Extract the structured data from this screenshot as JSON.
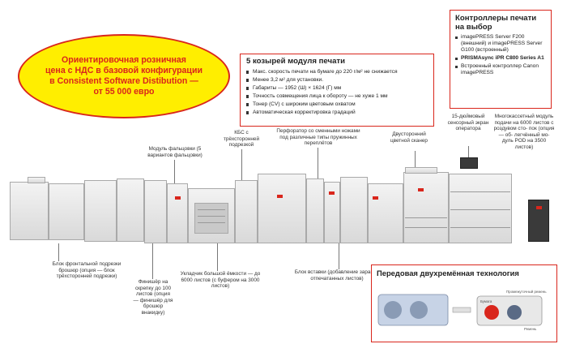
{
  "price": {
    "lines": [
      "Ориентировочная розничная",
      "цена с НДС в базовой конфигурации",
      "в Consistent Software Distibution —",
      "от 55 000 евро"
    ]
  },
  "five_features": {
    "title": "5 козырей модуля печати",
    "items": [
      "Макс. скорость печати на бумаге до 220 г/м² не снижается",
      "Менее 3,2 м² для установки.",
      "Габариты — 1952 (Ш) × 1624 (Г) мм",
      "Точность совмещения лица к обороту — не хуже 1 мм",
      "Тонер (CV) с широким цветовым охватом",
      "Автоматическая корректировка градаций"
    ]
  },
  "controllers": {
    "title": "Контроллеры печати на выбор",
    "items": [
      {
        "text": "imagePRESS Server F200 (внешний) и imagePRESS Server G100 (встроенный)",
        "bold": false
      },
      {
        "text": "PRISMAsync iPR C800 Series A1",
        "bold": true
      },
      {
        "text": "Встроенный контроллер Canon imagePRESS",
        "bold": false
      }
    ]
  },
  "technology": {
    "title": "Передовая двухремённая технология",
    "diagram_labels": [
      "Промежуточный ремень",
      "Бумага",
      "Ремень"
    ]
  },
  "labels": {
    "folding": "Модуль фальцовки (5 вариантов фальцовки)",
    "kbs": "КБС с трёхсторонней подрезкой",
    "perforator": "Перфоратор со сменными ножами под различные типы пружинных переплётов",
    "duplex_scanner": "Двусторонний цветной сканер",
    "touchscreen": "15-дюймовый сенсорный экран оператора",
    "multicassette": "Многокассетный модуль подачи на 6000 листов с роздувом сто- пок (опция — об- легчённый мо- дуль POD на 3500 листов)",
    "front_trimmer": "Блок фронтальной подрезки брошюр (опция — блок трёхсторонней подрезки)",
    "stapler": "Финишёр на скрепку до 100 листов (опция — финишёр для брошюр внакидку)",
    "stacker": "Укладчик большой ёмкости — до 6000 листов (с буфером на 3000 листов)",
    "inserter": "Блок вставки (добавление заранее отпечатанных листов)"
  },
  "colors": {
    "accent_red": "#d9261c",
    "price_yellow": "#ffee00"
  }
}
